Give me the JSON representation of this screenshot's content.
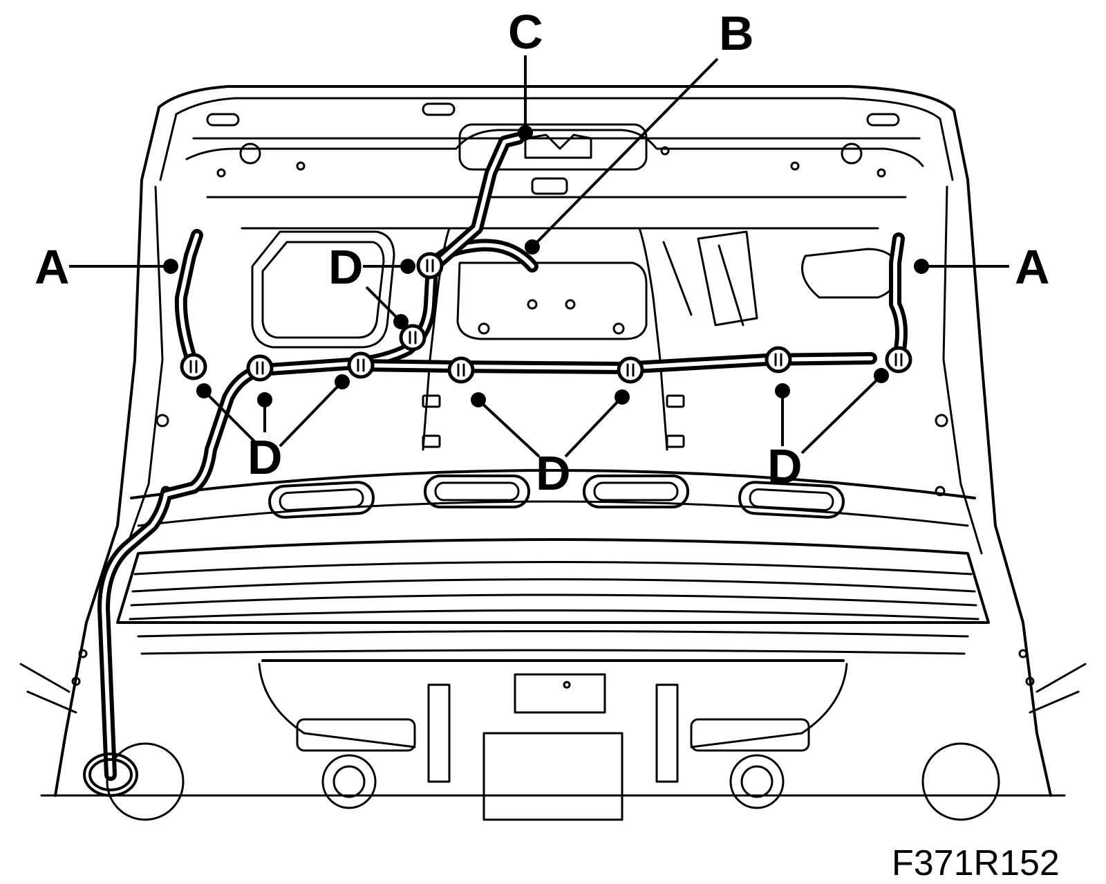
{
  "figure_id": "F371R152",
  "callouts": {
    "a": "A",
    "b": "B",
    "c": "C",
    "d": "D"
  },
  "colors": {
    "line": "#000000",
    "background": "#ffffff"
  }
}
